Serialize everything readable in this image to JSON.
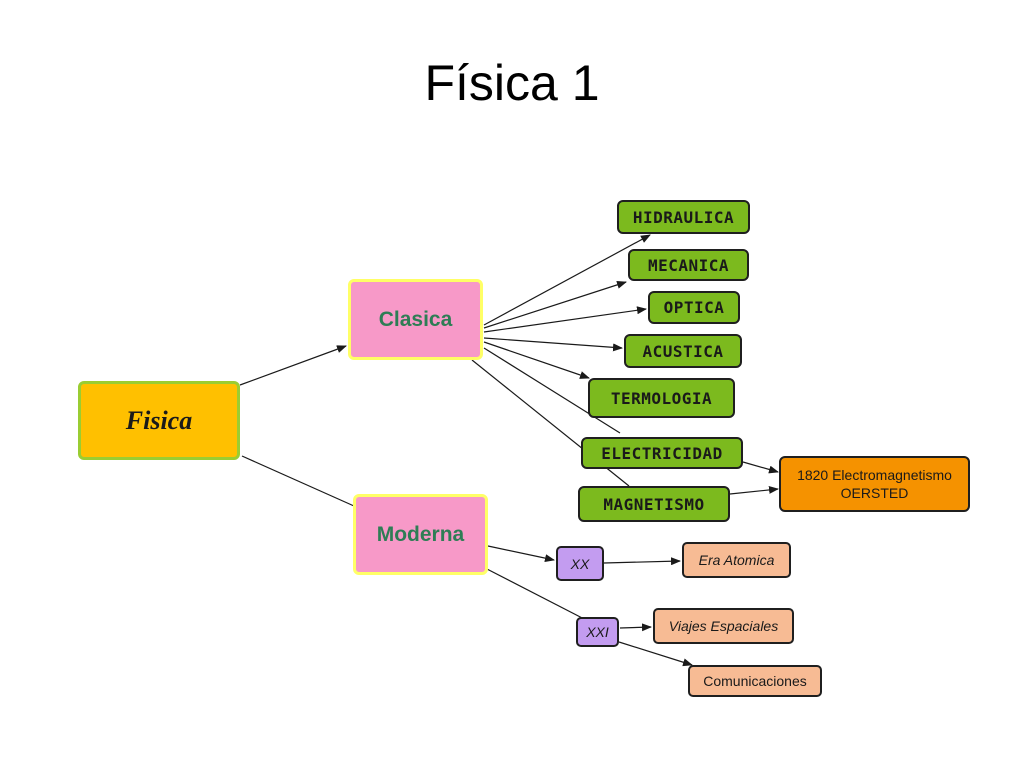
{
  "slide": {
    "title": "Física 1"
  },
  "diagram": {
    "root": "Fisica",
    "eras": {
      "clasica": "Clasica",
      "moderna": "Moderna"
    },
    "branches": {
      "hidraulica": "HIDRAULICA",
      "mecanica": "MECANICA",
      "optica": "OPTICA",
      "acustica": "ACUSTICA",
      "termologia": "TERMOLOGIA",
      "electricidad": "ELECTRICIDAD",
      "magnetismo": "MAGNETISMO"
    },
    "electromagnetismo": {
      "line1": "1820 Electromagnetismo",
      "line2": "OERSTED"
    },
    "centuries": {
      "xx": "XX",
      "xxi": "XXI"
    },
    "outcomes": {
      "era_atomica": "Era  Atomica",
      "viajes_espaciales": "Viajes  Espaciales",
      "comunicaciones": "Comunicaciones"
    },
    "colors": {
      "root_fill": "#ffc000",
      "era_fill": "#f799c8",
      "era_text": "#2e7d55",
      "branch_fill": "#7cba1e",
      "result_fill": "#f59200",
      "century_fill": "#c39cf0",
      "leaf_fill": "#f7bb94"
    }
  }
}
